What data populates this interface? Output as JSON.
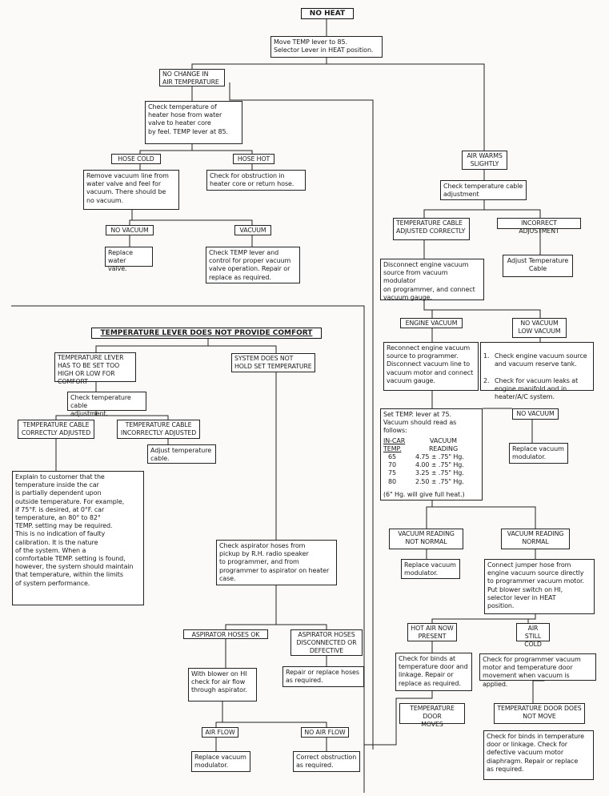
{
  "no_heat": {
    "title": "NO HEAT",
    "start": "Move TEMP lever to 85.\nSelector Lever in HEAT position.",
    "no_change": "NO CHANGE IN\nAIR TEMPERATURE",
    "check_hose": "Check temperature of\nheater hose from water\nvalve to heater core\nby feel.  TEMP lever at 85.",
    "hose_cold": "HOSE COLD",
    "hose_hot": "HOSE HOT",
    "remove_vacuum": "Remove vacuum line from\nwater valve and feel for\nvacuum.  There should be\nno vacuum.",
    "check_obstruction": "Check for obstruction in\nheater core or return hose.",
    "no_vacuum": "NO VACUUM",
    "vacuum": "VACUUM",
    "replace_water_valve": "Replace water\nvalve.",
    "check_temp_control": "Check TEMP lever and\ncontrol for proper vacuum\nvalve operation.  Repair or\nreplace as required.",
    "air_warms": "AIR WARMS\nSLIGHTLY",
    "check_cable": "Check temperature cable\nadjustment",
    "cable_correct": "TEMPERATURE CABLE\nADJUSTED CORRECTLY",
    "incorrect_adj": "INCORRECT ADJUSTMENT",
    "adjust_cable": "Adjust Temperature\nCable",
    "disconnect_vacuum": "Disconnect engine vacuum\nsource from vacuum modulator\non programmer, and connect\nvacuum gauge.",
    "engine_vacuum": "ENGINE VACUUM",
    "no_low_vacuum": "NO VACUUM\nLOW VACUUM",
    "reconnect": "Reconnect engine vacuum\nsource to programmer.\nDisconnect vacuum line to\nvacuum motor and connect\nvacuum gauge.",
    "check_source_1": "Check engine vacuum source\nand vacuum reserve tank.",
    "check_source_2": "Check for vacuum leaks at\nengine manifold and in\nheater/A/C system.",
    "set_temp": "Set TEMP. lever at 75.\nVacuum should read as follows:",
    "table_head_1": "IN-CAR\nTEMP.",
    "table_head_2": "VACUUM\nREADING",
    "table_rows": [
      {
        "temp": "65",
        "reading": "4.75 ± .75\" Hg."
      },
      {
        "temp": "70",
        "reading": "4.00 ± .75\" Hg."
      },
      {
        "temp": "75",
        "reading": "3.25 ± .75\" Hg."
      },
      {
        "temp": "80",
        "reading": "2.50 ± .75\" Hg."
      }
    ],
    "full_heat": "(6\" Hg. will give full heat.)",
    "no_vacuum_2": "NO VACUUM",
    "replace_modulator_1": "Replace vacuum\nmodulator.",
    "reading_not_normal": "VACUUM READING\nNOT NORMAL",
    "reading_normal": "VACUUM READING\nNORMAL",
    "replace_modulator_2": "Replace vacuum\nmodulator.",
    "connect_jumper": "Connect jumper hose from\nengine vacuum source directly\nto programmer vacuum motor.\nPut blower switch on HI,\nselector lever in HEAT\nposition.",
    "hot_air_now": "HOT AIR NOW\nPRESENT",
    "air_still_cold": "AIR STILL\nCOLD",
    "check_binds_1": "Check for binds at\ntemperature door and\nlinkage.  Repair or\nreplace as required.",
    "check_programmer": "Check for programmer vacuum\nmotor and temperature door\nmovement when vacuum is applied.",
    "door_moves": "TEMPERATURE DOOR\nMOVES",
    "door_not_move": "TEMPERATURE DOOR DOES\nNOT MOVE",
    "check_binds_2": "Check for binds in temperature\ndoor or linkage.  Check for\ndefective vacuum motor\ndiaphragm.  Repair or replace\nas required."
  },
  "comfort": {
    "title": "TEMPERATURE LEVER DOES NOT PROVIDE COMFORT",
    "lever_too_high": "TEMPERATURE LEVER\nHAS TO BE SET TOO\nHIGH OR LOW FOR COMFORT",
    "not_hold": "SYSTEM DOES NOT\nHOLD SET TEMPERATURE",
    "check_cable": "Check temperature cable\nadjustment.",
    "cable_correct": "TEMPERATURE CABLE\nCORRECTLY ADJUSTED",
    "cable_incorrect": "TEMPERATURE CABLE\nINCORRECTLY ADJUSTED",
    "adjust_cable": "Adjust temperature\ncable.",
    "explain": "Explain to customer that the\ntemperature inside the car\nis partially dependent upon\noutside temperature.  For example,\nif 75°F. is desired, at 0°F. car\ntemperature, an 80° to 82°\nTEMP. setting may be required.\nThis is no indication of faulty\ncalibration.  It is the nature\nof the system.  When a\ncomfortable TEMP. setting is found,\nhowever, the system should maintain\nthat temperature, within the limits\nof system performance.",
    "check_aspirator": "Check aspirator hoses from\npickup by R.H. radio speaker\nto programmer, and from\nprogrammer to aspirator on heater\ncase.",
    "hoses_ok": "ASPIRATOR HOSES OK",
    "hoses_disconnected": "ASPIRATOR HOSES\nDISCONNECTED OR\nDEFECTIVE",
    "blower_hi": "With blower on HI\ncheck for air flow\nthrough aspirator.",
    "repair_hoses": "Repair or replace hoses\nas required.",
    "air_flow": "AIR FLOW",
    "no_air_flow": "NO AIR FLOW",
    "replace_modulator": "Replace vacuum\nmodulator.",
    "correct_obstruction": "Correct obstruction\nas required."
  }
}
